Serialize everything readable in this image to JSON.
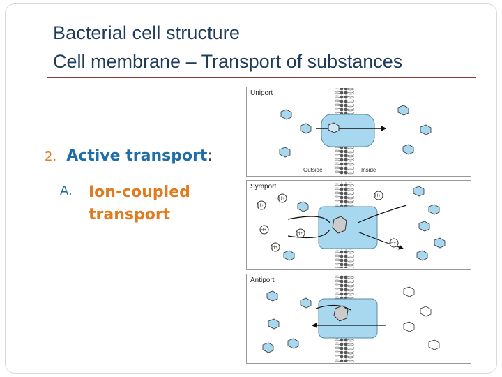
{
  "slide": {
    "title_line1": "Bacterial cell structure",
    "title_line2": "Cell membrane – Transport of substances",
    "bullet_main": {
      "number": "2.",
      "text": "Active transport",
      "suffix": ":"
    },
    "bullet_sub": {
      "letter": "A.",
      "text": "Ion-coupled transport"
    }
  },
  "figure": {
    "panels": [
      {
        "label": "Uniport",
        "left_caption": "Outside",
        "right_caption": "Inside"
      },
      {
        "label": "Symport",
        "ion_label": "H+"
      },
      {
        "label": "Antiport"
      }
    ]
  },
  "colors": {
    "title": "#1f3c5a",
    "rule": "#8b3a3a",
    "bullet_number": "#e07b20",
    "bullet_text": "#1f6fa6",
    "protein": "#a8d8f0",
    "membrane": "#555555"
  }
}
